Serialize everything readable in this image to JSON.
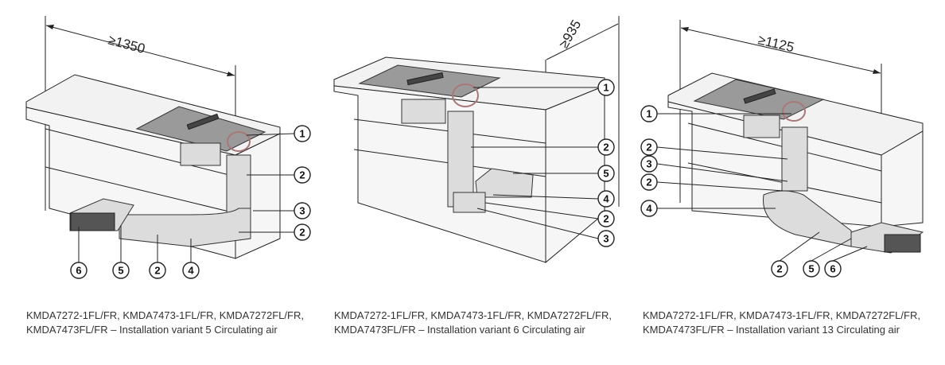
{
  "panels": [
    {
      "dimension": "≥1350",
      "callouts": [
        "1",
        "2",
        "3",
        "2",
        "6",
        "5",
        "2",
        "4"
      ],
      "caption": "KMDA7272-1FL/FR, KMDA7473-1FL/FR, KMDA7272FL/FR, KMDA7473FL/FR – Installation variant 5 Circulating air"
    },
    {
      "dimension": "≥935",
      "callouts": [
        "1",
        "2",
        "5",
        "4",
        "2",
        "3"
      ],
      "caption": "KMDA7272-1FL/FR, KMDA7473-1FL/FR, KMDA7272FL/FR, KMDA7473FL/FR – Installation variant 6 Circulating air"
    },
    {
      "dimension": "≥1125",
      "callouts": [
        "1",
        "2",
        "3",
        "2",
        "4",
        "2",
        "5",
        "6"
      ],
      "caption": "KMDA7272-1FL/FR, KMDA7473-1FL/FR, KMDA7272FL/FR, KMDA7473FL/FR – Installation variant 13 Circulating air"
    }
  ]
}
